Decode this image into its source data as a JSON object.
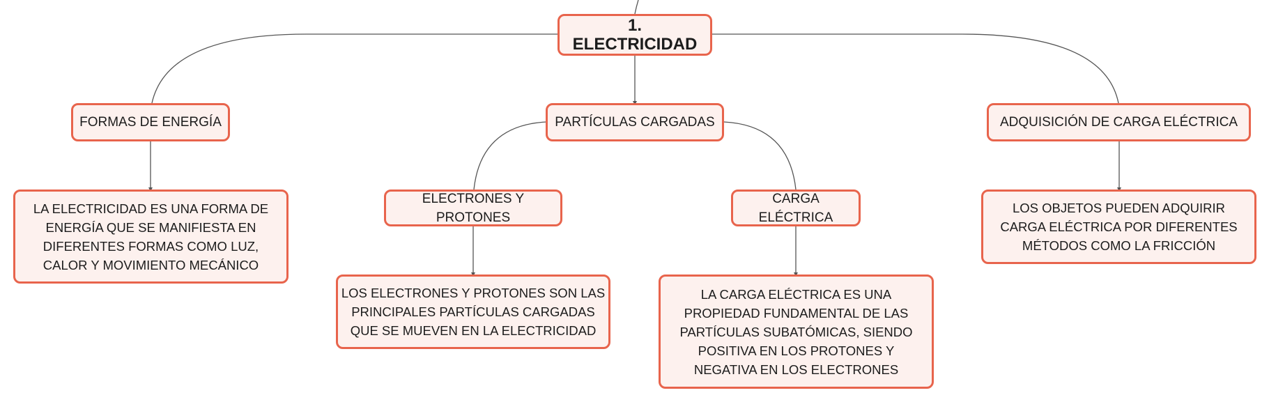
{
  "diagram": {
    "root": {
      "label": "1. ELECTRICIDAD"
    },
    "formas": {
      "label": "FORMAS DE ENERGÍA",
      "description": "LA ELECTRICIDAD ES UNA FORMA DE ENERGÍA QUE SE MANIFIESTA EN DIFERENTES FORMAS COMO LUZ, CALOR Y MOVIMIENTO MECÁNICO"
    },
    "particulas": {
      "label": "PARTÍCULAS CARGADAS",
      "electrones": {
        "label": "ELECTRONES Y PROTONES",
        "description": "LOS ELECTRONES Y PROTONES SON LAS PRINCIPALES PARTÍCULAS CARGADAS QUE SE MUEVEN EN LA ELECTRICIDAD"
      },
      "carga": {
        "label": "CARGA ELÉCTRICA",
        "description": "LA CARGA ELÉCTRICA ES UNA PROPIEDAD FUNDAMENTAL DE LAS PARTÍCULAS SUBATÓMICAS, SIENDO POSITIVA EN LOS PROTONES Y NEGATIVA EN LOS ELECTRONES"
      }
    },
    "adquisicion": {
      "label": "ADQUISICIÓN DE CARGA ELÉCTRICA",
      "description": "LOS OBJETOS PUEDEN ADQUIRIR CARGA ELÉCTRICA POR DIFERENTES MÉTODOS COMO LA FRICCIÓN"
    },
    "colors": {
      "border": "#e8644c",
      "fill": "#fdf1ee",
      "line": "#555555"
    }
  }
}
